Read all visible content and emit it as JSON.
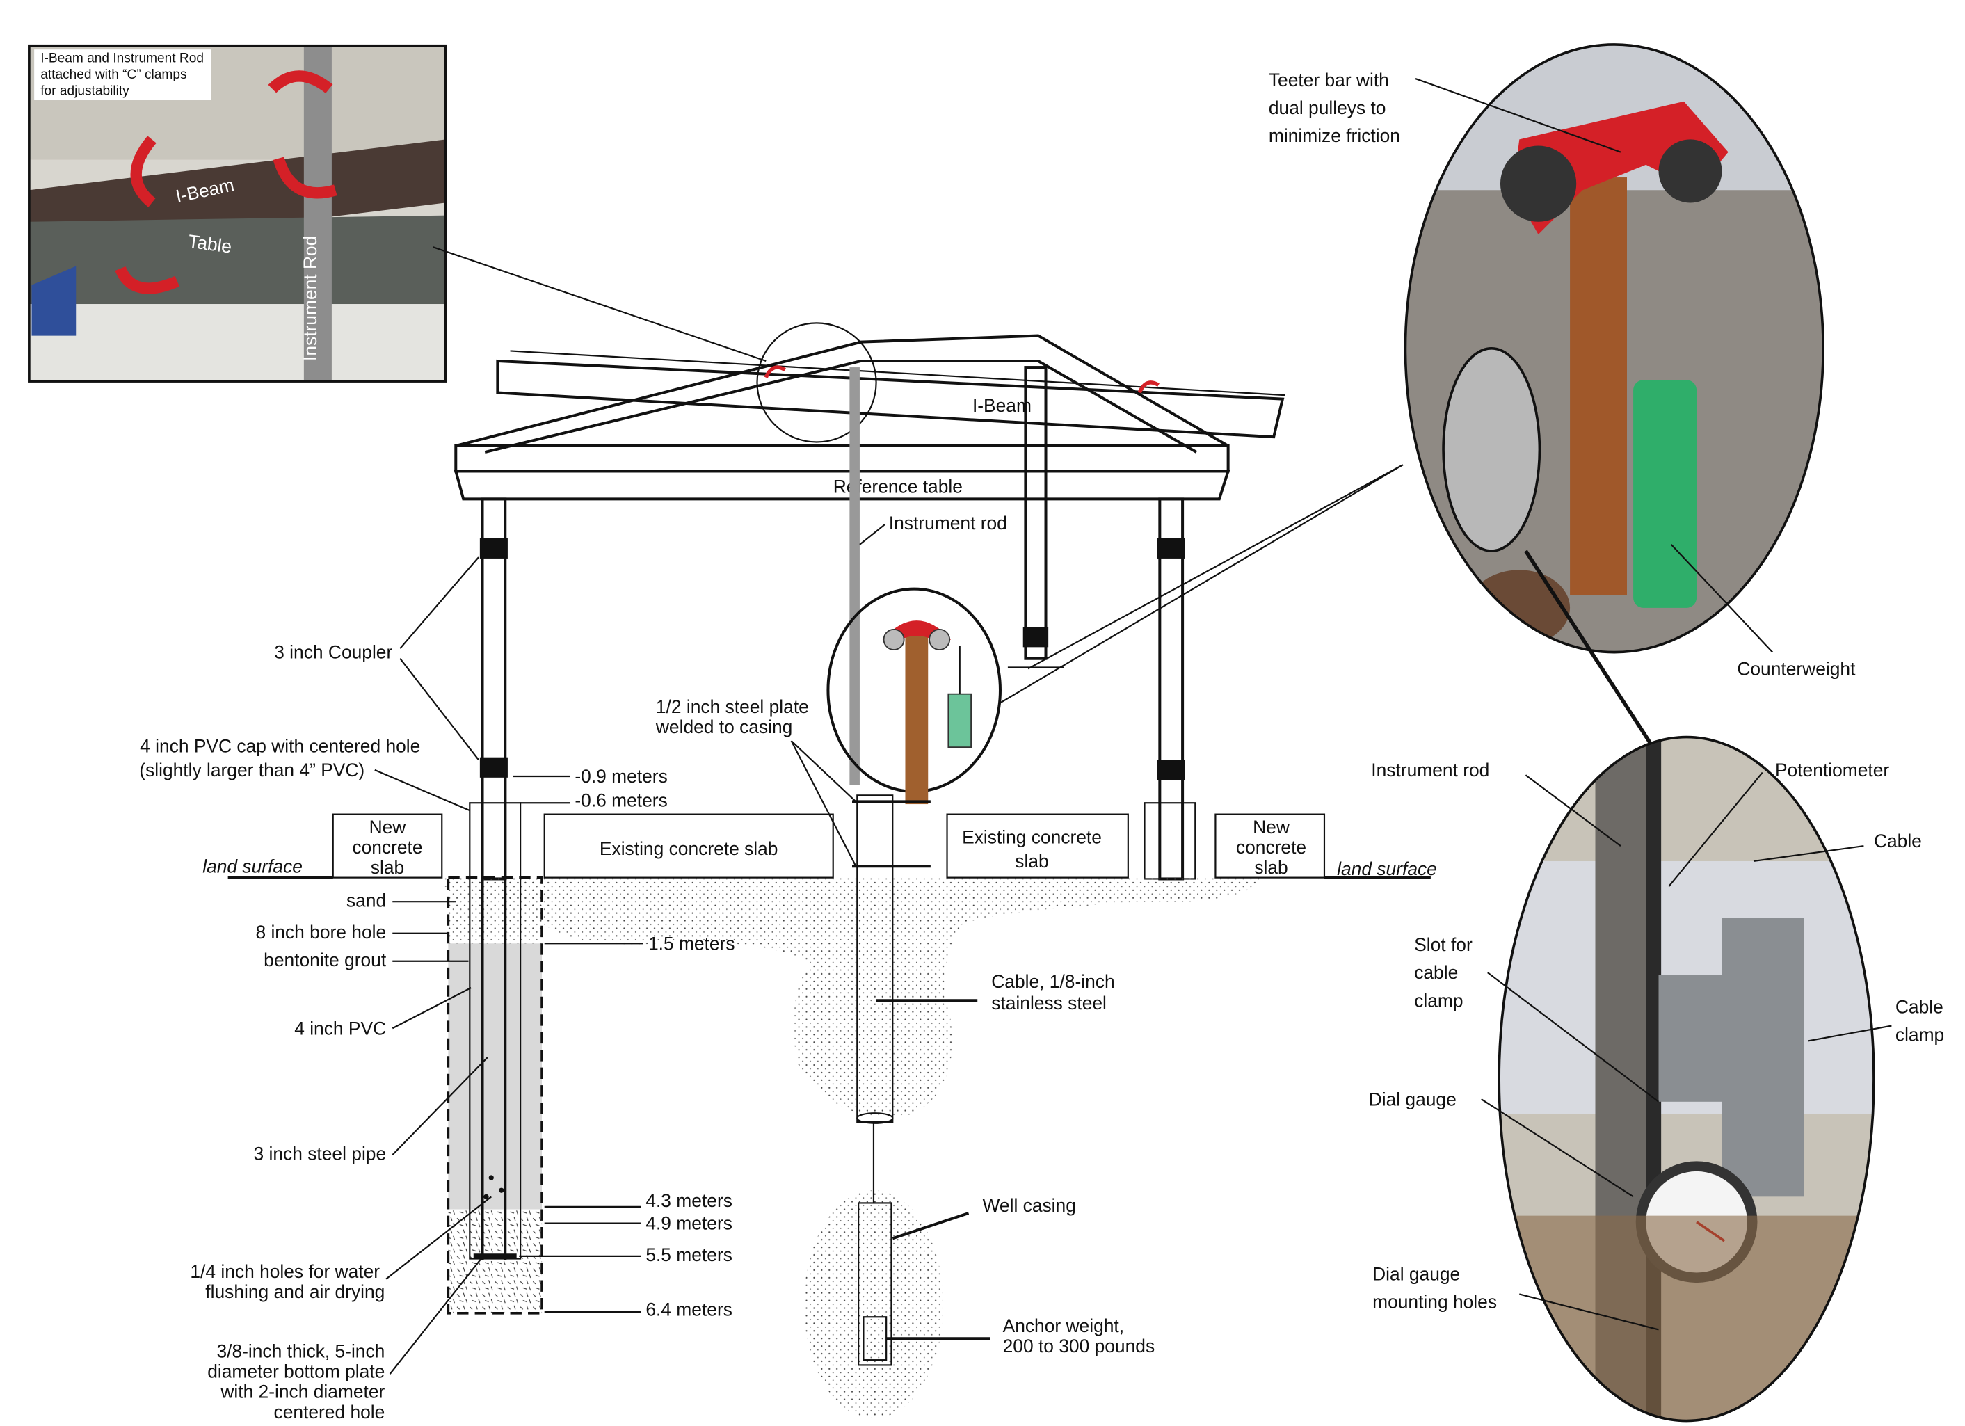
{
  "inset_photo": {
    "caption": [
      "I-Beam and Instrument Rod",
      "attached with “C” clamps",
      "for adjustability"
    ],
    "ibeam_label": "I-Beam",
    "table_label": "Table",
    "rod_label": "Instrument Rod"
  },
  "teeter_photo": {
    "title": [
      "Teeter bar with",
      "dual pulleys to",
      "minimize friction"
    ],
    "counterweight": "Counterweight"
  },
  "frame": {
    "ibeam": "I-Beam",
    "reference_table": "Reference table",
    "instrument_rod": "Instrument rod",
    "coupler": "3 inch Coupler",
    "pvc_cap": [
      "4 inch PVC cap with centered hole",
      "(slightly larger than 4” PVC)"
    ],
    "depth_09": "-0.9 meters",
    "depth_06": "-0.6 meters",
    "steel_plate": [
      "1/2 inch steel plate",
      "welded to casing"
    ]
  },
  "ground": {
    "new_slab_left": [
      "New",
      "concrete",
      "slab"
    ],
    "new_slab_right": [
      "New",
      "concrete",
      "slab"
    ],
    "existing_slab_left": "Existing concrete slab",
    "existing_slab_right": [
      "Existing concrete",
      "slab"
    ],
    "land_surface_left": "land surface",
    "land_surface_right": "land surface"
  },
  "borehole": {
    "sand": "sand",
    "bore_hole": "8 inch bore hole",
    "grout": "bentonite grout",
    "pvc": "4 inch PVC",
    "steel_pipe": "3 inch steel pipe",
    "holes": [
      "1/4 inch holes for water",
      "flushing and air drying"
    ],
    "bottom_plate": [
      "3/8-inch thick, 5-inch",
      "diameter bottom plate",
      "with 2-inch diameter",
      "centered hole"
    ],
    "depth_15": "1.5 meters",
    "depth_43": "4.3 meters",
    "depth_49": "4.9 meters",
    "depth_55": "5.5 meters",
    "depth_64": "6.4 meters"
  },
  "well": {
    "cable": [
      "Cable, 1/8-inch",
      "stainless steel"
    ],
    "casing": "Well casing",
    "anchor": [
      "Anchor weight,",
      "200 to 300 pounds"
    ]
  },
  "gauge_photo": {
    "instrument_rod": "Instrument rod",
    "potentiometer": "Potentiometer",
    "cable": "Cable",
    "slot": [
      "Slot for",
      "cable",
      "clamp"
    ],
    "cable_clamp": [
      "Cable",
      "clamp"
    ],
    "dial_gauge": "Dial gauge",
    "mounting_holes": [
      "Dial gauge",
      "mounting holes"
    ]
  },
  "colors": {
    "clamp_red": "#d42027",
    "rod_brown": "#a0602e",
    "weight_green": "#6cc49a",
    "slab_gray": "#e6e6e8",
    "grout_gray": "#d9d9d9"
  }
}
